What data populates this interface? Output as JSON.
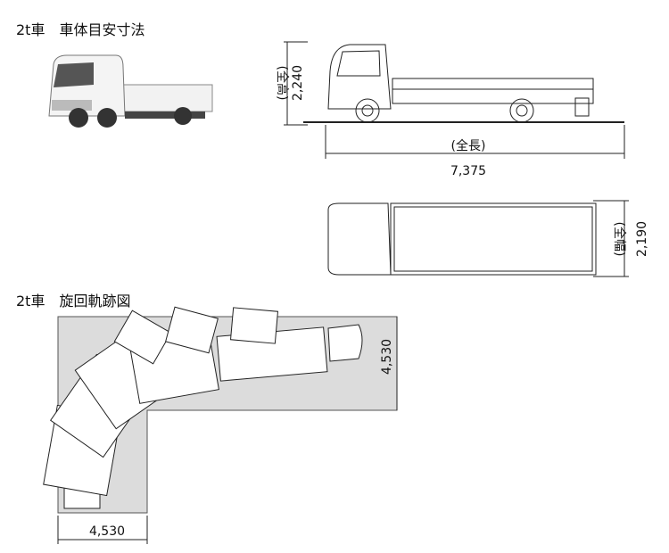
{
  "dimensions_section": {
    "title": "2t車　車体目安寸法",
    "height_label": "(全高)",
    "height_value": "2,240",
    "length_label": "(全長)",
    "length_value": "7,375",
    "width_label": "(全幅)",
    "width_value": "2,190"
  },
  "turning_section": {
    "title": "2t車　旋回軌跡図",
    "vertical_value": "4,530",
    "horizontal_value": "4,530"
  },
  "colors": {
    "area": "#dcdcdc",
    "line": "#222222"
  }
}
